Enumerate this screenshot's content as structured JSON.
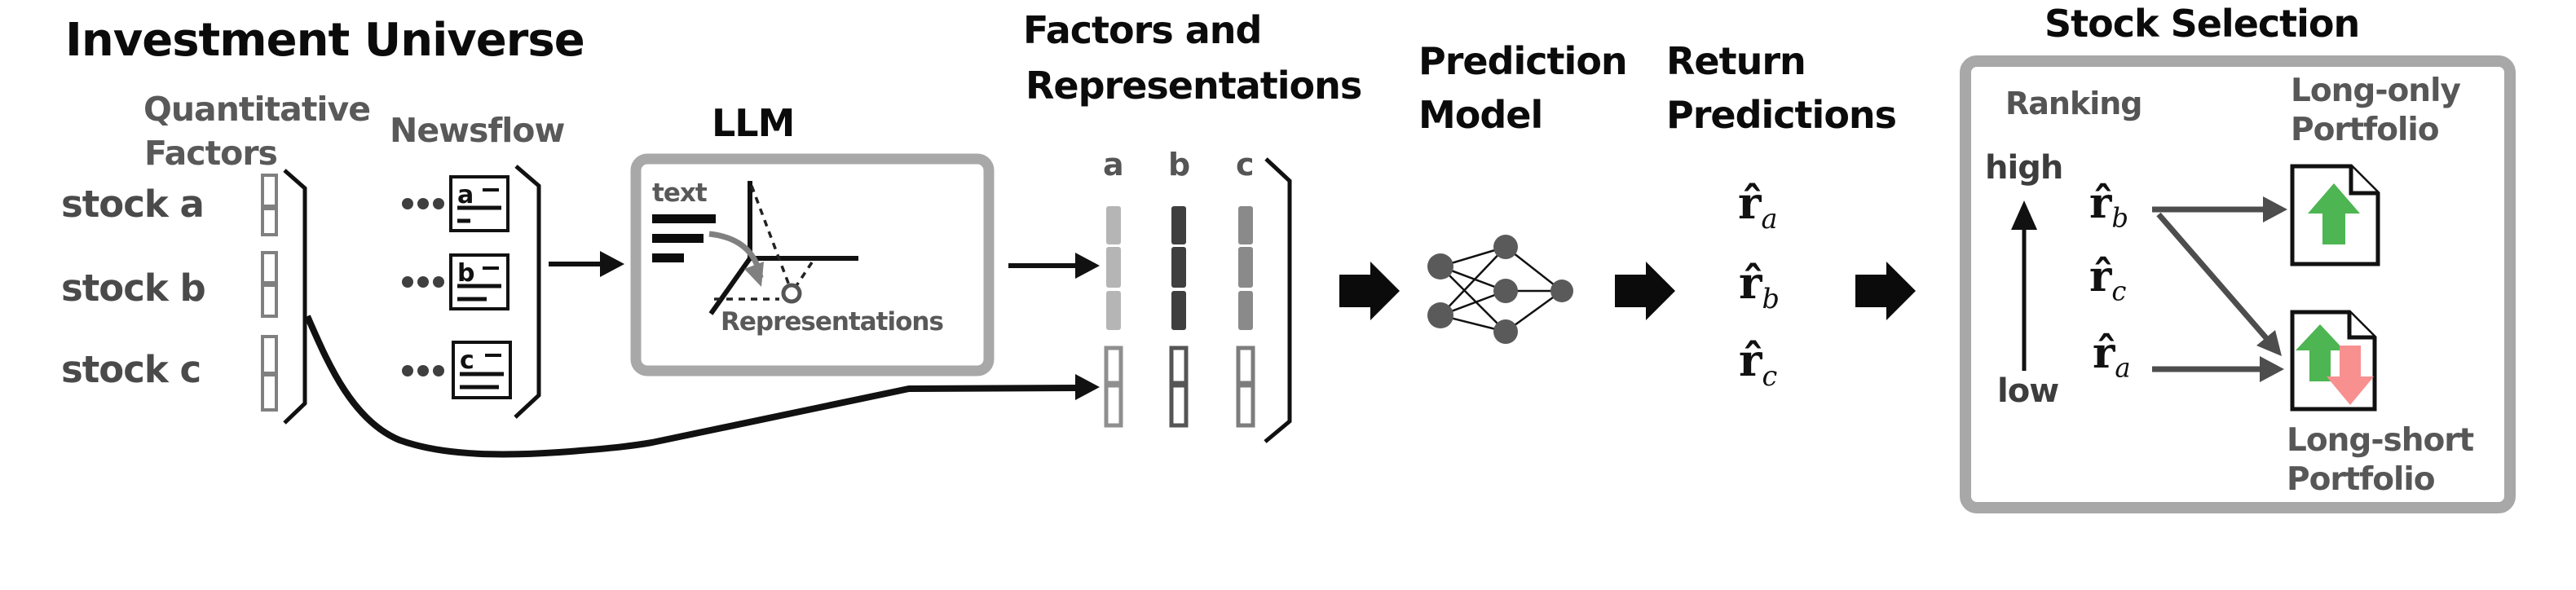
{
  "investment_universe": {
    "title": "Investment Universe",
    "quant_line1": "Quantitative",
    "quant_line2": "Factors",
    "newsflow_label": "Newsflow",
    "stocks": [
      "stock a",
      "stock b",
      "stock c"
    ],
    "doc_letters": [
      "a",
      "b",
      "c"
    ]
  },
  "llm": {
    "title": "LLM",
    "text_label": "text",
    "representations_label": "Representations"
  },
  "factors": {
    "title_line1": "Factors and",
    "title_line2": "Representations",
    "columns": [
      "a",
      "b",
      "c"
    ]
  },
  "prediction_model": {
    "title_line1": "Prediction",
    "title_line2": "Model"
  },
  "return_predictions": {
    "title_line1": "Return",
    "title_line2": "Predictions",
    "items": [
      {
        "symbol": "r̂",
        "subscript": "a"
      },
      {
        "symbol": "r̂",
        "subscript": "b"
      },
      {
        "symbol": "r̂",
        "subscript": "c"
      }
    ]
  },
  "stock_selection": {
    "title": "Stock Selection",
    "ranking_label": "Ranking",
    "high_label": "high",
    "low_label": "low",
    "ranked": [
      {
        "symbol": "r̂",
        "subscript": "b"
      },
      {
        "symbol": "r̂",
        "subscript": "c"
      },
      {
        "symbol": "r̂",
        "subscript": "a"
      }
    ],
    "long_only_line1": "Long-only",
    "long_only_line2": "Portfolio",
    "long_short_line1": "Long-short",
    "long_short_line2": "Portfolio"
  },
  "colors": {
    "bar_a": "#b5b5b5",
    "bar_b": "#3f3f3f",
    "bar_c": "#8a8a8a",
    "outline_bar": "#7d7d7d",
    "box_border": "#a8a8a8",
    "up_green": "#4db551",
    "down_red": "#f89090",
    "arrow_gray": "#4d4d4d",
    "node_gray": "#5a5a5a"
  }
}
